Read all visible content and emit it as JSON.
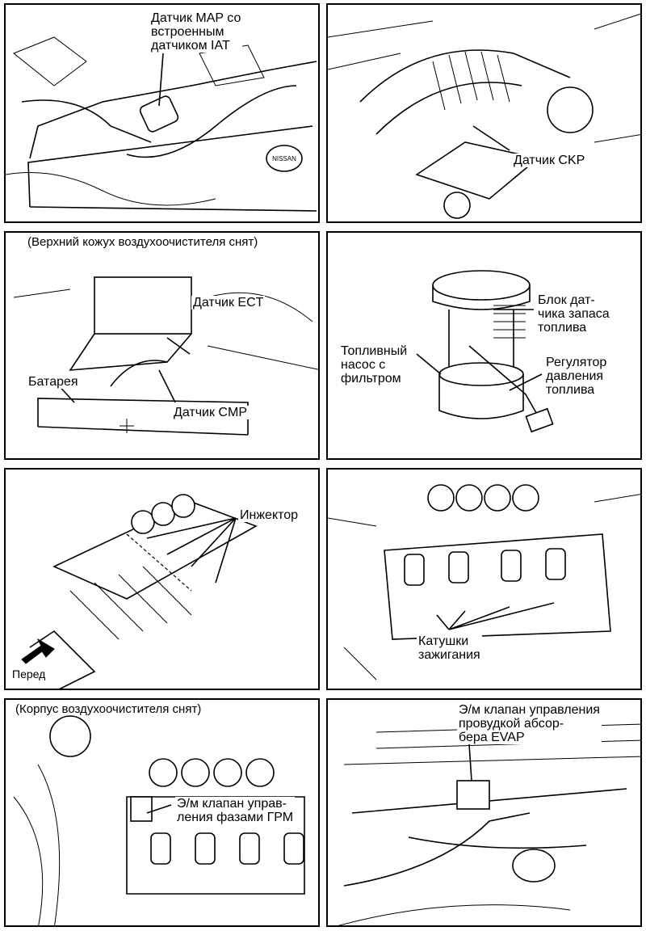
{
  "panels": [
    {
      "id": "map",
      "labels": [
        "Датчик MAP со\nвстроенным\nдатчиком IAT"
      ],
      "badge": "NISSAN"
    },
    {
      "id": "ckp",
      "labels": [
        "Датчик CKP"
      ]
    },
    {
      "id": "ect-cmp",
      "caption": "(Верхний кожух воздухоочистителя снят)",
      "labels": [
        "Датчик ECT",
        "Батарея",
        "Датчик CMP"
      ]
    },
    {
      "id": "fuel-pump",
      "labels": [
        "Блок дат-\nчика запаса\nтоплива",
        "Топливный\nнасос с\nфильтром",
        "Регулятор\nдавления\nтоплива"
      ]
    },
    {
      "id": "injector",
      "labels": [
        "Инжектор",
        "Перед"
      ]
    },
    {
      "id": "coils",
      "labels": [
        "Катушки\nзажигания"
      ]
    },
    {
      "id": "vtc",
      "caption": "(Корпус воздухоочистителя снят)",
      "labels": [
        "Э/м клапан управ-\nления фазами ГРМ"
      ]
    },
    {
      "id": "evap",
      "labels": [
        "Э/м клапан управления\nпровудкой абсор-\nбера EVAP"
      ]
    }
  ]
}
